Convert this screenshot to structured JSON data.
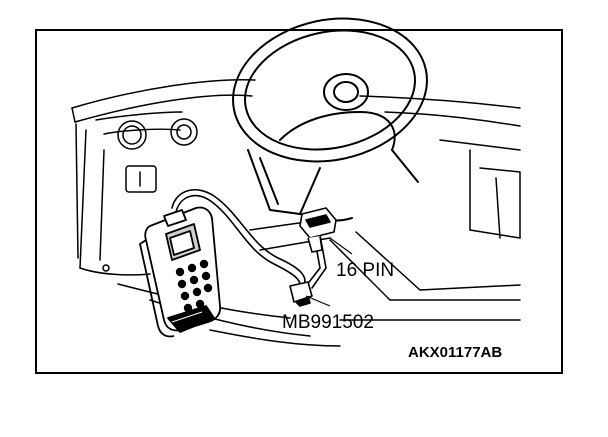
{
  "labels": {
    "connector": "16 PIN",
    "adapter": "MB991502",
    "figure_code": "AKX01177AB"
  },
  "colors": {
    "ink": "#000000",
    "paper": "#ffffff",
    "screen": "#cfcfcf"
  }
}
